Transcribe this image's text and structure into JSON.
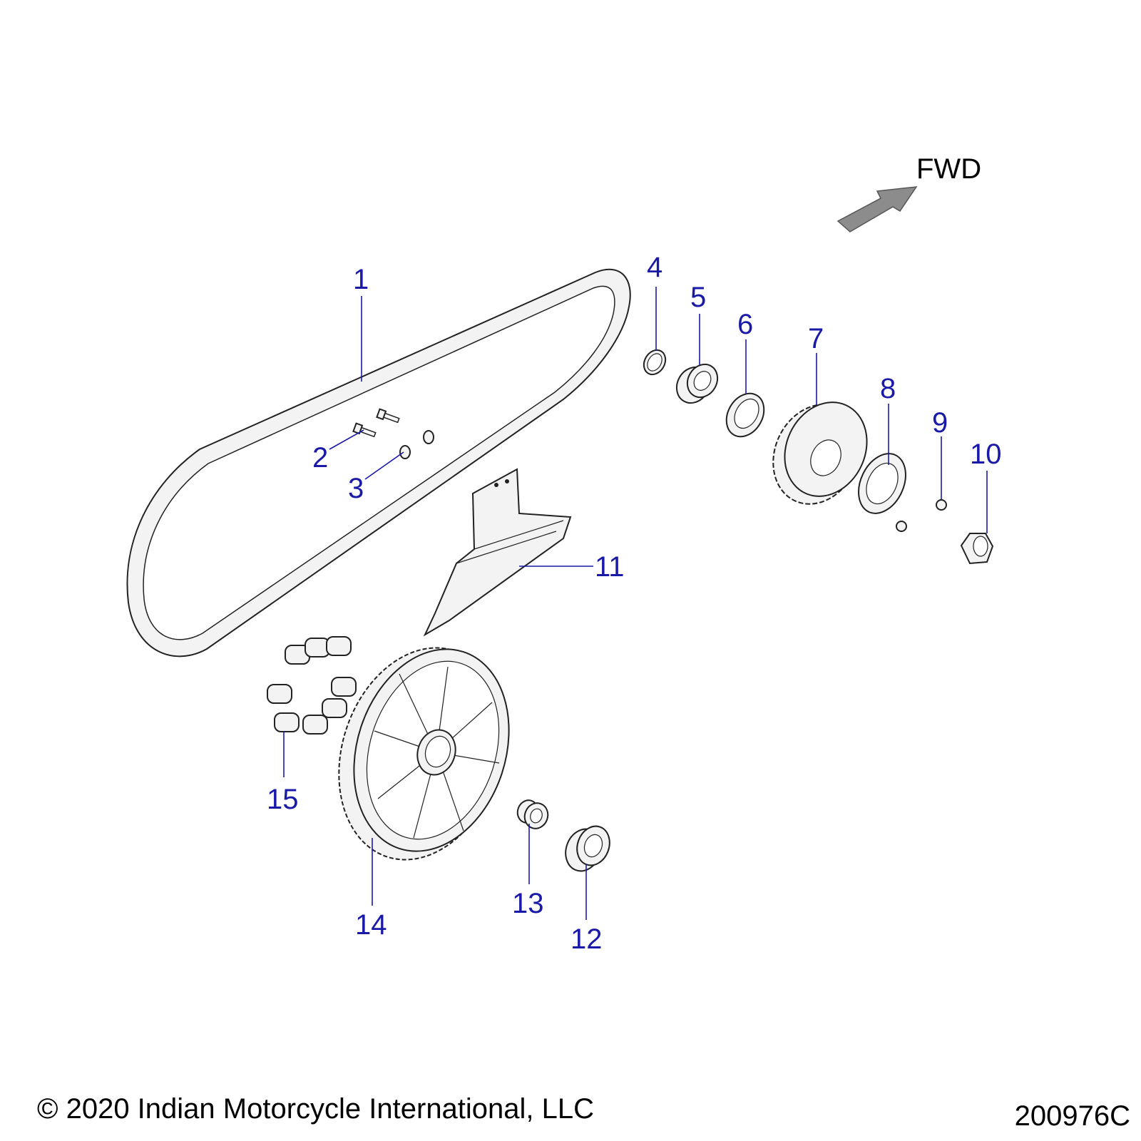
{
  "direction": {
    "label": "FWD",
    "arrow_color": "#8c8c8c"
  },
  "callout_color": "#1a1aa8",
  "callouts": [
    "1",
    "2",
    "3",
    "4",
    "5",
    "6",
    "7",
    "8",
    "9",
    "10",
    "11",
    "12",
    "13",
    "14",
    "15"
  ],
  "footer": {
    "copyright": "© 2020 Indian Motorcycle International, LLC",
    "drawing_number": "200976C"
  }
}
